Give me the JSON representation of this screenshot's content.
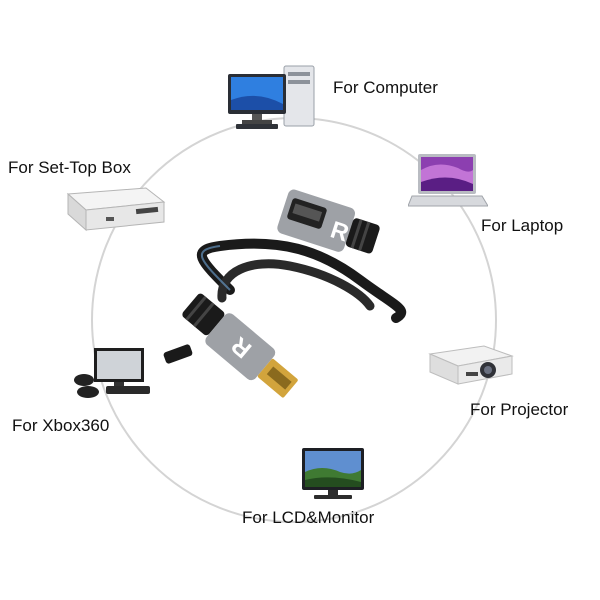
{
  "labels": {
    "computer": "For Computer",
    "settop": "For Set-Top Box",
    "laptop": "For Laptop",
    "projector": "For Projector",
    "xbox": "For Xbox360",
    "lcd": "For  LCD&Monitor"
  },
  "connector_letter": "R",
  "icons": [
    "computer-icon",
    "settop-box-icon",
    "laptop-icon",
    "projector-icon",
    "console-icon",
    "monitor-icon",
    "hdmi-cable-icon"
  ],
  "colors": {
    "ring": "#d4d4d4",
    "cable": "#1a1a1a",
    "metal": "#9ea1a6",
    "gold": "#d2a43c"
  }
}
